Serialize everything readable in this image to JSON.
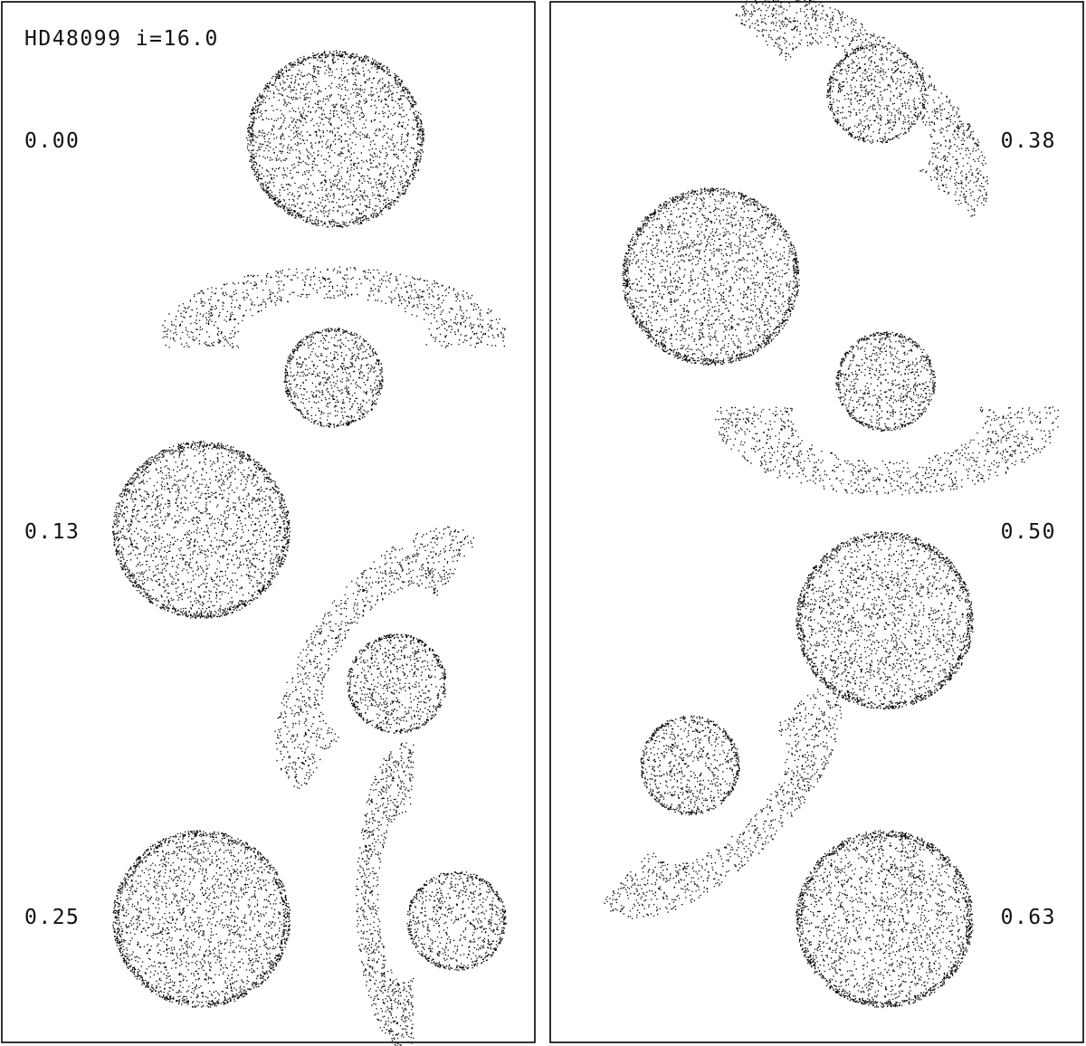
{
  "title": "HD48099 i=16.0",
  "colors": {
    "ink": "#000000",
    "background": "#ffffff"
  },
  "panels": [
    {
      "position": "left",
      "phases": [
        {
          "label": "0.00",
          "value": 0.0
        },
        {
          "label": "0.13",
          "value": 0.13
        },
        {
          "label": "0.25",
          "value": 0.25
        }
      ]
    },
    {
      "position": "right",
      "phases": [
        {
          "label": "0.38",
          "value": 0.38
        },
        {
          "label": "0.50",
          "value": 0.5
        },
        {
          "label": "0.63",
          "value": 0.63
        }
      ]
    }
  ]
}
